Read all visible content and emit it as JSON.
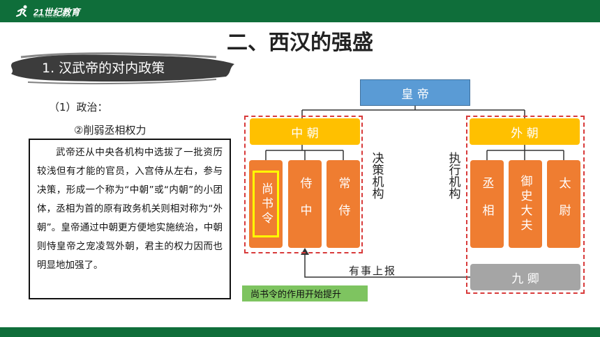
{
  "colors": {
    "brand_green": "#0f6e3a",
    "emperor_blue": "#5a9bd5",
    "court_yellow": "#ffc000",
    "office_orange": "#ef7d31",
    "jiuqing_gray": "#a5a5a5",
    "dashed_red": "#d83a3a",
    "note_green": "#7ec460"
  },
  "header": {
    "logo_text": "21世纪教育",
    "logo_sub": "WWW.21CNJY.COM"
  },
  "page": {
    "title": "二、西汉的强盛",
    "section": "1. 汉武帝的对内政策"
  },
  "left": {
    "sub1": "（1）政治：",
    "sub2": "②削弱丞相权力",
    "paragraph": "武帝还从中央各机构中选拔了一批资历较浅但有才能的官员，入宫侍从左右，参与决策，形成一个称为“中朝”或“内朝”的小团体，丞相为首的原有政务机关则相对称为“外朝”。皇帝通过中朝更方便地实施统治，中朝则恃皇帝之宠凌驾外朝，君主的权力因而也明显地加强了。"
  },
  "diagram": {
    "emperor": "皇 帝",
    "inner_court": "中 朝",
    "outer_court": "外 朝",
    "inner_offices": [
      "尚书令",
      "侍中",
      "常侍"
    ],
    "outer_offices": [
      "丞相",
      "御史大夫",
      "太尉"
    ],
    "jiuqing": "九 卿",
    "label_left": "决策机构",
    "label_right": "执行机构",
    "arrow_label": "有事上报",
    "note": "尚书令的作用开始提升"
  }
}
